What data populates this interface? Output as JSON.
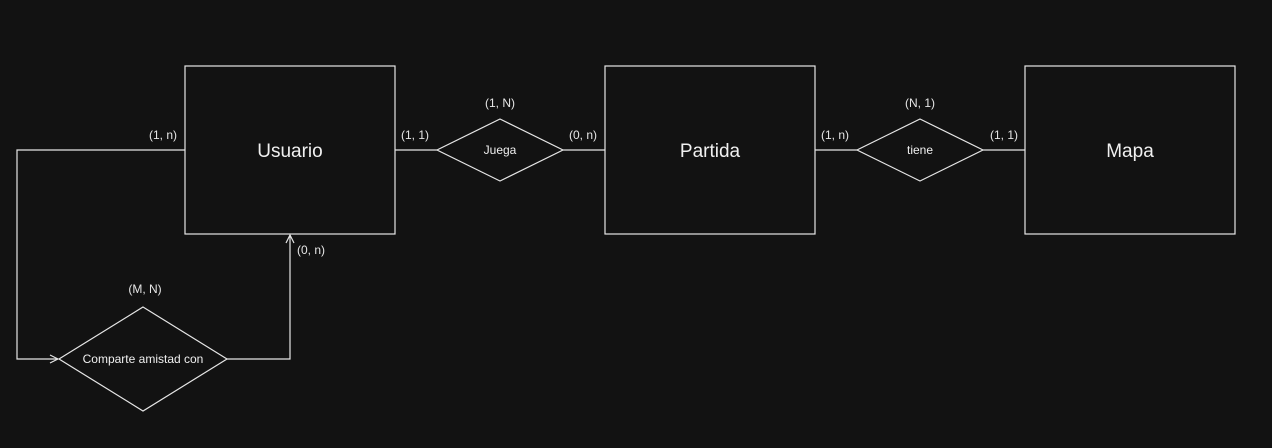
{
  "colors": {
    "background": "#121212",
    "stroke": "#e6e6e6",
    "text": "#f0f0f0"
  },
  "entities": {
    "usuario": "Usuario",
    "partida": "Partida",
    "mapa": "Mapa"
  },
  "relationships": {
    "juega": "Juega",
    "tiene": "tiene",
    "comparte": "Comparte amistad con"
  },
  "cardinalities": {
    "usuario_juega": "(1, 1)",
    "juega_type": "(1, N)",
    "juega_partida": "(0, n)",
    "partida_tiene": "(1, n)",
    "tiene_type": "(N, 1)",
    "tiene_mapa": "(1, 1)",
    "usuario_left": "(1, n)",
    "usuario_bottom": "(0, n)",
    "comparte_type": "(M, N)"
  }
}
